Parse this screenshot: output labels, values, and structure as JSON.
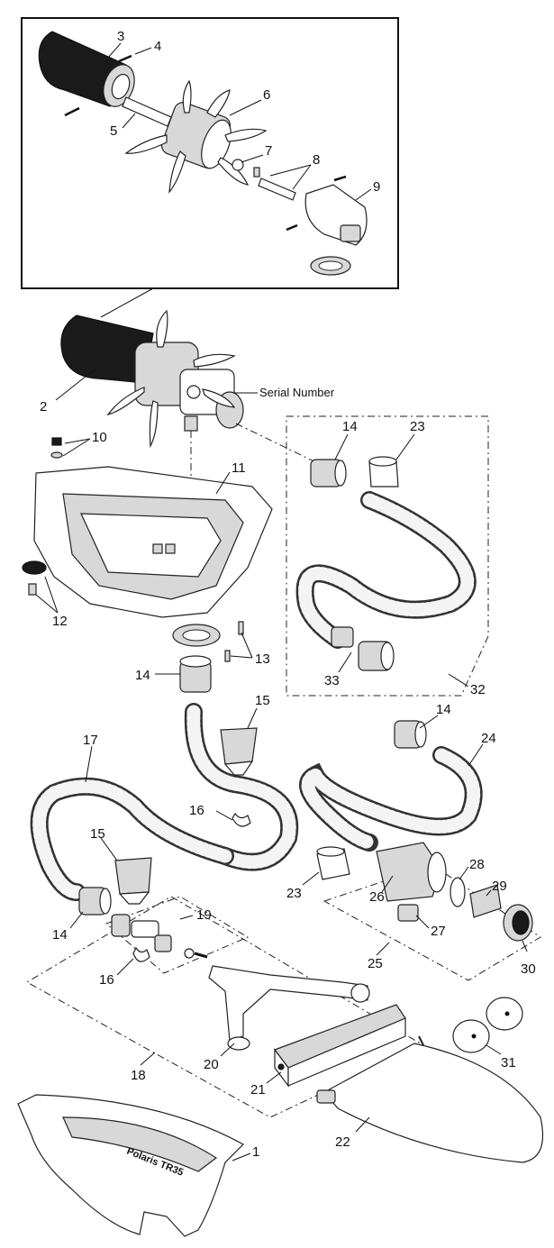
{
  "callouts": {
    "c1": "1",
    "c2": "2",
    "c3": "3",
    "c4": "4",
    "c5": "5",
    "c6": "6",
    "c7": "7",
    "c8": "8",
    "c9": "9",
    "c10": "10",
    "c11": "11",
    "c12": "12",
    "c13": "13",
    "c14": "14",
    "c15": "15",
    "c16": "16",
    "c17": "17",
    "c18": "18",
    "c19": "19",
    "c20": "20",
    "c21": "21",
    "c22": "22",
    "c23": "23",
    "c24": "24",
    "c25": "25",
    "c26": "26",
    "c27": "27",
    "c28": "28",
    "c29": "29",
    "c30": "30",
    "c31": "31",
    "c32": "32",
    "c33": "33"
  },
  "serial_label": "Serial Number",
  "brand_text": "Polaris TR35"
}
